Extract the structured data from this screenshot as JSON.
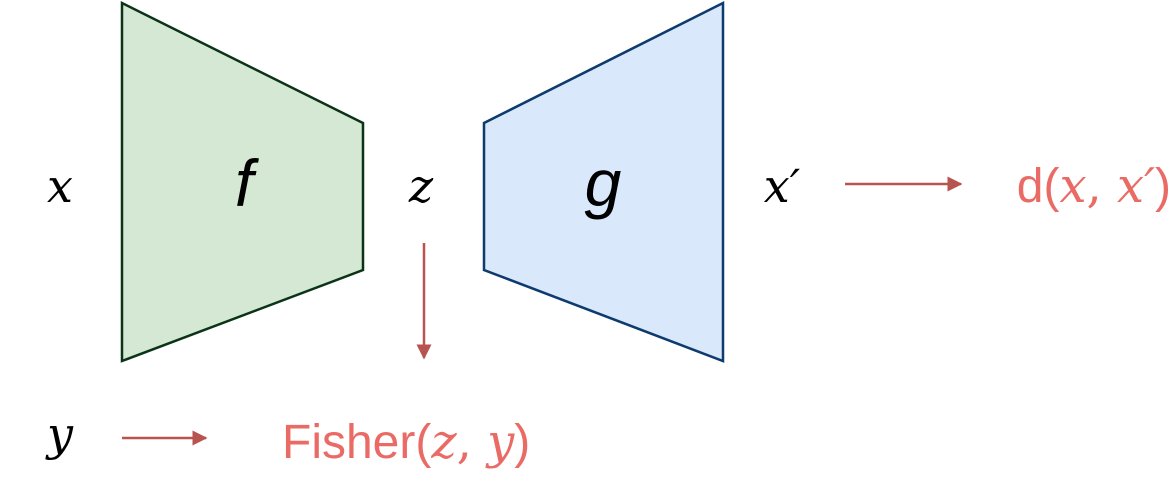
{
  "labels": {
    "x": "x",
    "z": "z",
    "x_prime": "x′",
    "y": "y",
    "encoder": "f",
    "decoder": "g"
  },
  "reconstruction_loss": {
    "name": "d",
    "open": "(",
    "arg1": "x",
    "sep": ", ",
    "arg2": "x′",
    "close": ")"
  },
  "fisher_loss": {
    "name": "Fisher",
    "open": "(",
    "arg1": "z",
    "sep": ", ",
    "arg2": "y",
    "close": ")"
  },
  "colors": {
    "encoder_fill": "#d5e8d4",
    "encoder_stroke": "#0b3317",
    "decoder_fill": "#dae8fc",
    "decoder_stroke": "#0d3b6e",
    "arrow": "#b85450",
    "loss_text": "#ea6b66",
    "text": "#000000"
  }
}
